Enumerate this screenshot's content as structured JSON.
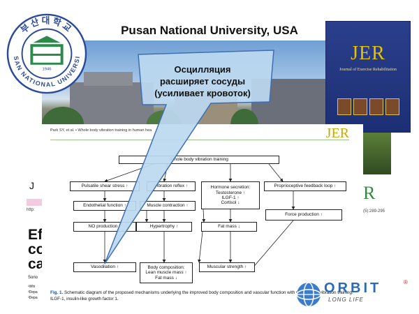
{
  "slide": {
    "title": "Pusan National University, USA"
  },
  "seal": {
    "top_text": "부산대학교",
    "ring_text": "PUSAN NATIONAL UNIVERSITY",
    "year": "1946"
  },
  "journal_cover": {
    "brand": "JER",
    "subtitle": "Journal of Exercise Rehabilitation"
  },
  "callout": {
    "lines": [
      "Осцилляция",
      "расширяет сосуды",
      "(усиливает кровоток)"
    ]
  },
  "paper": {
    "header": "Park SY, et al. • Whole body vibration training in human hea",
    "jer": "JER",
    "boxes": {
      "wbvt": "Whole body vibration training",
      "shear": "Pulsatile shear stress ↑",
      "reflex": "Vibration reflex ↑",
      "hormone": [
        "Hormone secretion:",
        "Testosterone ↑",
        "ILGF-1 ↑",
        "Cortisol ↓"
      ],
      "proprio": "Proprioceptive feedback loop ↑",
      "endo": "Endothelial function ↑",
      "muscle": "Muscle contraction ↑",
      "force": "Force production ↑",
      "no": "NO production ↑",
      "hyper": "Hypertrophy ↑",
      "fatmass": "Fat mass ↓",
      "vaso": "Vasodilation ↑",
      "bodycomp": [
        "Body composition:",
        "Lean muscle mass ↑",
        "Fat mass ↓"
      ],
      "strength": "Muscular strength ↑"
    },
    "caption_label": "Fig. 1.",
    "caption": "Schematic diagram of the proposed mechanisms underlying the improved body composition and vascular function with whole body vibration training. ILGF-1, insulin-like growth factor 1."
  },
  "background_fragments": {
    "big_e": "Ef",
    "big_co": "co",
    "big_ca": "ca",
    "j_letter": "J",
    "http": "http:",
    "sono": "Sono",
    "whi": "¹Whi",
    "dep1": "²Depa",
    "dep2": "³Depa",
    "r_letter": "R",
    "pages": "(5):289-295"
  },
  "orbit": {
    "brand": "ORBIT",
    "tagline": "LONG LIFE",
    "reg": "®"
  }
}
